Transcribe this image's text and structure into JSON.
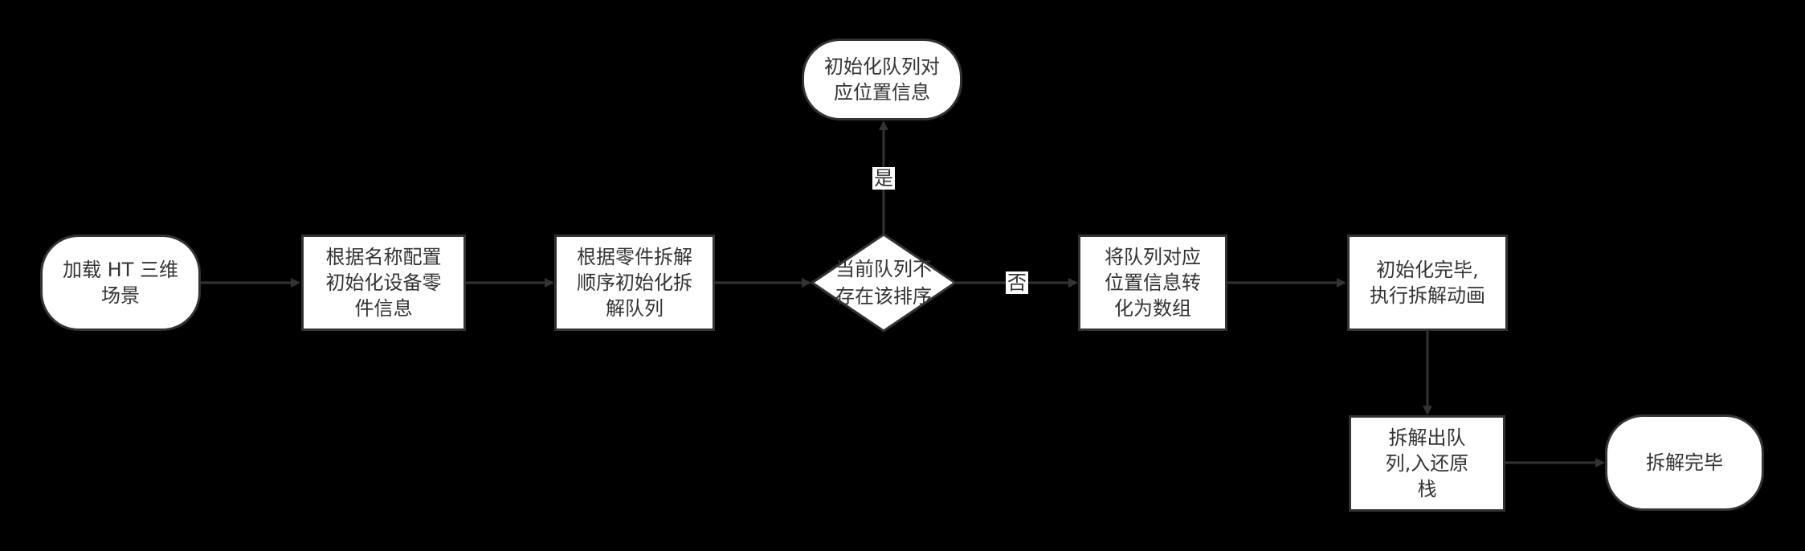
{
  "nodes": {
    "start": "加载 HT 三维\n场景",
    "config": "根据名称配置\n初始化设备零\n件信息",
    "init_queue": "根据零件拆解\n顺序初始化拆\n解队列",
    "decision": "当前队列不\n存在该排序",
    "init_position": "初始化队列对\n应位置信息",
    "convert": "将队列对应\n位置信息转\n化为数组",
    "animate": "初始化完毕,\n执行拆解动画",
    "dequeue": "拆解出队\n列,入还原\n栈",
    "end": "拆解完毕"
  },
  "edge_labels": {
    "yes": "是",
    "no": "否"
  },
  "colors": {
    "background": "#000000",
    "node_fill": "#ffffff",
    "stroke": "#333333",
    "text": "#333333"
  }
}
